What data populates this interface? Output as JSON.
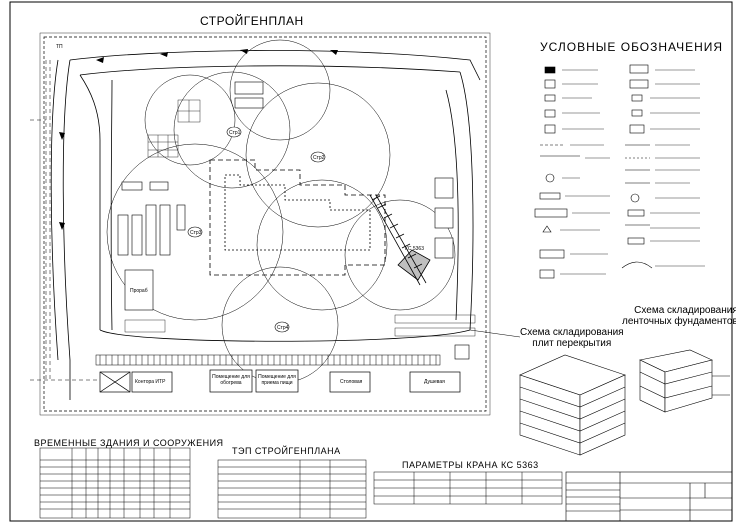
{
  "sheet": {
    "site_plan_title": "СТРОЙГЕНПЛАН",
    "legend_title": "УСЛОВНЫЕ ОБОЗНАЧЕНИЯ",
    "strip_foundation_scheme": [
      "Схема складирования",
      "ленточных фундаментов"
    ],
    "slab_scheme": [
      "Схема складирования",
      "плит перекрытия"
    ],
    "temp_buildings_title": "ВРЕМЕННЫЕ ЗДАНИЯ И СООРУЖЕНИЯ",
    "tep_title": "ТЭП СТРОЙГЕНПЛАНА",
    "crane_title": "ПАРАМЕТРЫ КРАНА КС 5363"
  },
  "plan": {
    "temp_buildings": [
      "Контора ИТР",
      "Помещение для обогрева",
      "Помещение для приема пищи",
      "Столовая",
      "Душевая"
    ],
    "crane_label": "КС 5363",
    "site_cabin": "Прораб",
    "tp_label": "ТП",
    "zone_labels": [
      "Стр1",
      "Стр2",
      "Стр3",
      "Стр4"
    ]
  },
  "colors": {
    "ink": "#000000",
    "paper": "#ffffff"
  }
}
